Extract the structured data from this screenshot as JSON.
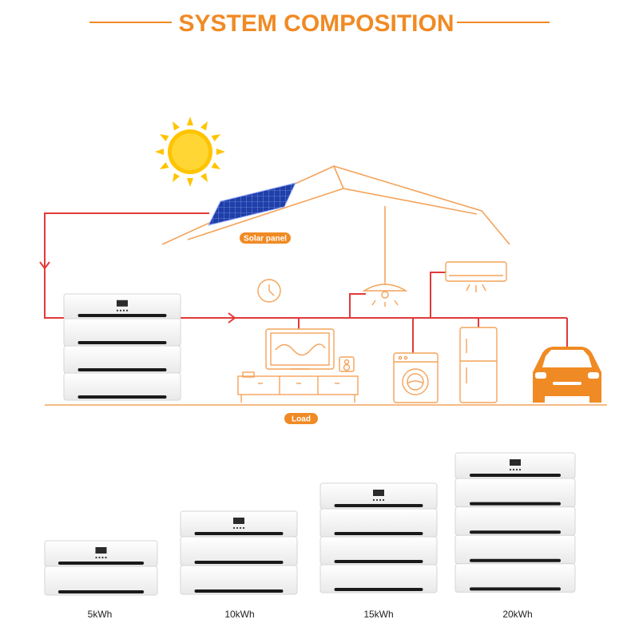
{
  "title": "SYSTEM COMPOSITION",
  "labels": {
    "solar": "Solar panel",
    "load": "Load"
  },
  "products": [
    {
      "label": "5kWh"
    },
    {
      "label": "10kWh"
    },
    {
      "label": "15kWh"
    },
    {
      "label": "20kWh"
    }
  ],
  "colors": {
    "accent": "#f08a24",
    "wire": "#e23a3a",
    "sun": "#ffc400",
    "panel": "#1f3ea8"
  }
}
